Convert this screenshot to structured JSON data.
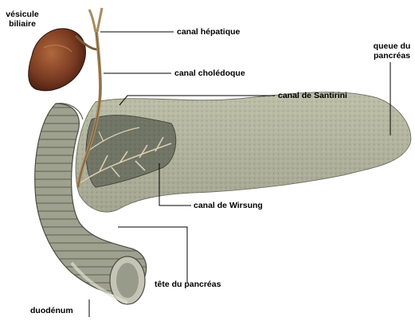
{
  "labels": {
    "vesicule_biliaire": "vésicule biliaire",
    "canal_hepatique": "canal hépatique",
    "canal_choledoque": "canal cholédoque",
    "canal_santirini": "canal de Santirini",
    "queue_pancreas": "queue du pancréas",
    "canal_wirsung": "canal de Wirsung",
    "tete_pancreas": "tête du pancréas",
    "duodenum": "duodénum"
  },
  "colors": {
    "pancreas": "#b9b9a2",
    "pancreas_dark": "#6f7466",
    "duodenum": "#a9a99a",
    "gallbladder": "#7a3b22",
    "duct": "#a98a5e",
    "leader": "#000000"
  }
}
